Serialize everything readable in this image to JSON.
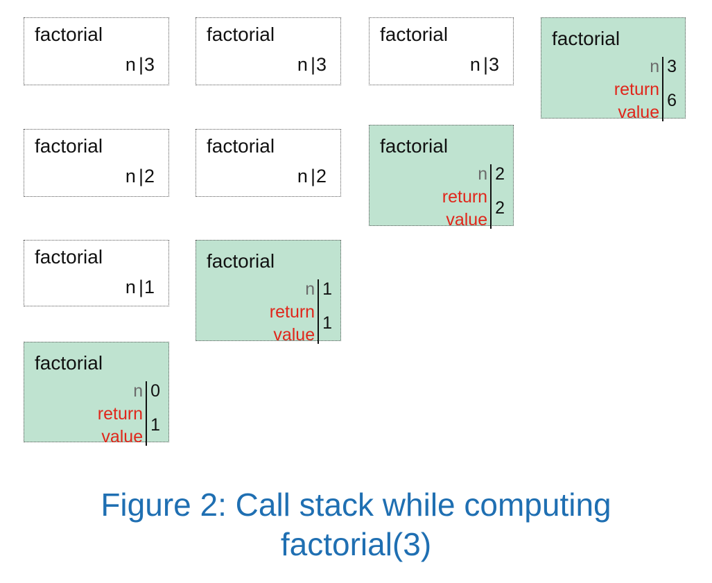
{
  "frames": {
    "frame_title": "factorial",
    "var_name": "n",
    "return_label_top": "return",
    "return_label_bottom": "value",
    "sep": "|",
    "col1": {
      "row1_n": "3",
      "row2_n": "2",
      "row3_n": "1",
      "row4_n": "0",
      "row4_ret": "1"
    },
    "col2": {
      "row1_n": "3",
      "row2_n": "2",
      "row3_n": "1",
      "row3_ret": "1"
    },
    "col3": {
      "row1_n": "3",
      "row2_n": "2",
      "row2_ret": "2"
    },
    "col4": {
      "row1_n": "3",
      "row1_ret": "6"
    }
  },
  "colors": {
    "active_frame": "#bfe3d0",
    "return_label": "#e0261b",
    "var_label": "#6b6b6b",
    "caption": "#1f6fb2"
  },
  "caption": {
    "line1": "Figure 2: Call stack while computing",
    "line2": "factorial(3)"
  }
}
